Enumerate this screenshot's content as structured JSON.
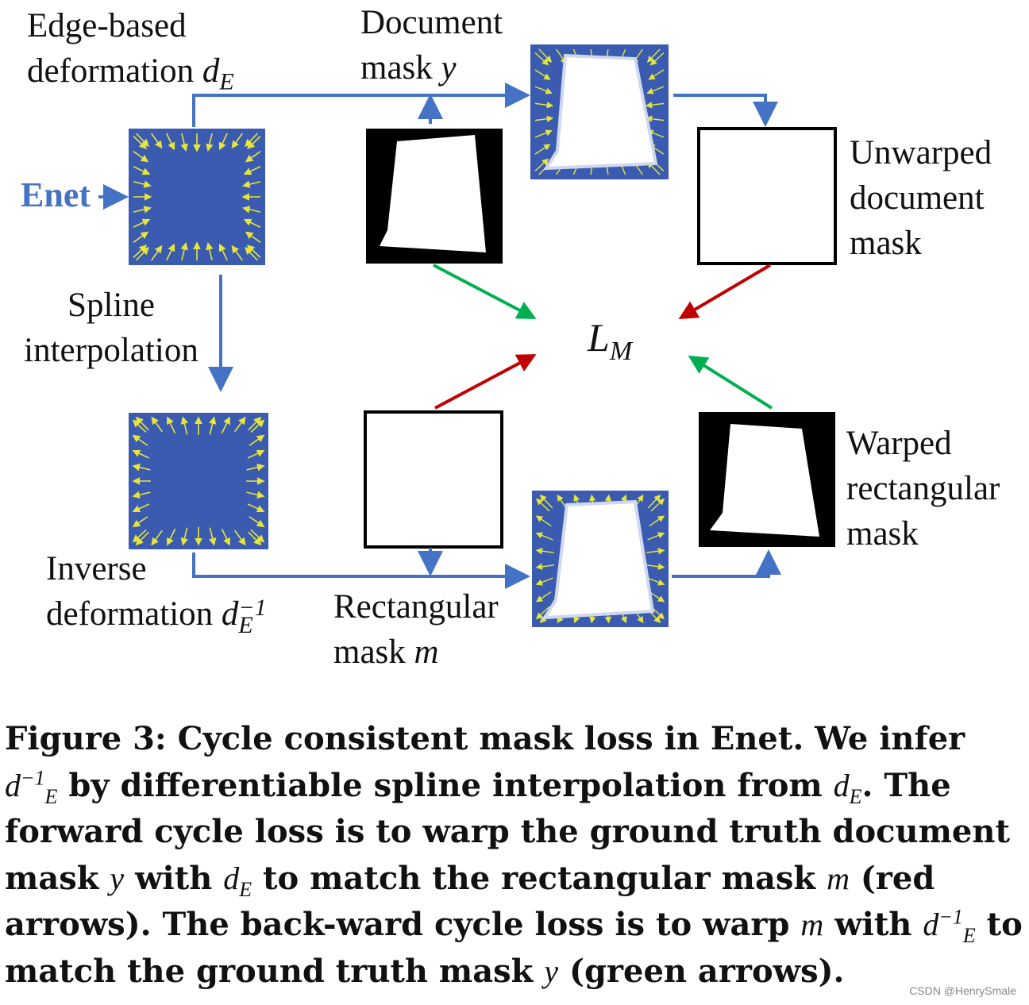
{
  "labels": {
    "edge_based_line1": "Edge-based",
    "edge_based_line2": "deformation",
    "document_mask_line1": "Document",
    "document_mask_line2": "mask",
    "enet": "Enet",
    "spline_line1": "Spline",
    "spline_line2": "interpolation",
    "unwarped_line1": "Unwarped",
    "unwarped_line2": "document",
    "unwarped_line3": "mask",
    "warped_line1": "Warped",
    "warped_line2": "rectangular",
    "warped_line3": "mask",
    "inverse_line1": "Inverse",
    "inverse_line2": "deformation",
    "rect_mask_line1": "Rectangular",
    "rect_mask_line2": "mask",
    "loss": "L",
    "loss_sub": "M",
    "sym_d": "d",
    "sym_E": "E",
    "sym_inv": "−1",
    "sym_y": "y",
    "sym_m": "m"
  },
  "caption": {
    "p1": "Figure 3: Cycle consistent mask loss in Enet. We infer ",
    "p2": " by differentiable spline interpolation from ",
    "p3": ". The forward cycle loss is to warp the ground truth document mask ",
    "p4": " with ",
    "p5": " to match the rectangular mask ",
    "p6": " (red arrows). The back-ward cycle loss is to warp ",
    "p7": " with ",
    "p8": " to match the ground truth mask ",
    "p9": " (green arrows)."
  },
  "watermark": "CSDN @HenrySmale",
  "colors": {
    "flow_arrow": "#4472c4",
    "field_bg": "#3b5bb0",
    "field_arrow": "#e6e63a",
    "red_arrow": "#c00000",
    "green_arrow": "#00b050"
  }
}
